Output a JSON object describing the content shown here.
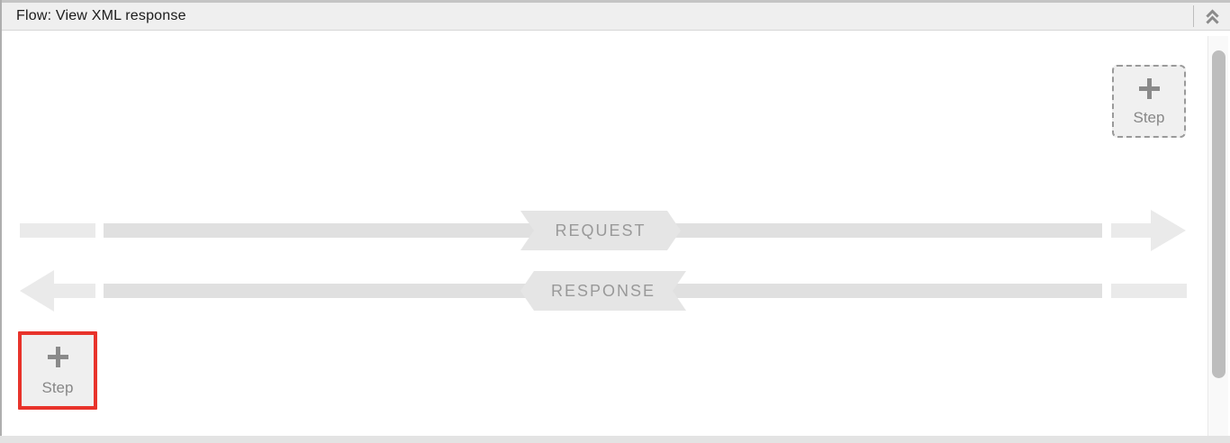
{
  "header": {
    "title": "Flow: View XML response",
    "collapse_icon": "chevron-double-up"
  },
  "flow": {
    "request_arrow": {
      "label": "REQUEST",
      "direction": "right"
    },
    "response_arrow": {
      "label": "RESPONSE",
      "direction": "left"
    },
    "add_request_step_button": {
      "icon": "plus",
      "label": "Step",
      "highlighted": false
    },
    "add_response_step_button": {
      "icon": "plus",
      "label": "Step",
      "highlighted": true
    }
  },
  "colors": {
    "highlight_red": "#e8332b",
    "header_bg": "#efefef",
    "flow_bar_gray": "#e0e0e0",
    "flow_light_gray": "#eaeaea",
    "badge_gray": "#e5e5e5",
    "badge_text": "#999999",
    "scroll_thumb": "#bdbdbd"
  }
}
